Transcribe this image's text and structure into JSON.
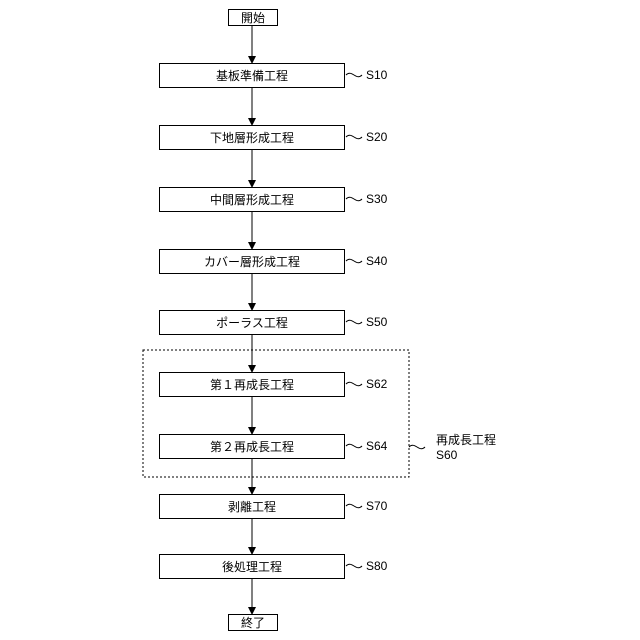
{
  "flow": {
    "start": "開始",
    "end": "終了",
    "steps": [
      {
        "text": "基板準備工程",
        "code": "S10"
      },
      {
        "text": "下地層形成工程",
        "code": "S20"
      },
      {
        "text": "中間層形成工程",
        "code": "S30"
      },
      {
        "text": "カバー層形成工程",
        "code": "S40"
      },
      {
        "text": "ポーラス工程",
        "code": "S50"
      },
      {
        "text": "第１再成長工程",
        "code": "S62"
      },
      {
        "text": "第２再成長工程",
        "code": "S64"
      },
      {
        "text": "剥離工程",
        "code": "S70"
      },
      {
        "text": "後処理工程",
        "code": "S80"
      }
    ],
    "group": {
      "title": "再成長工程",
      "code": "S60"
    }
  }
}
